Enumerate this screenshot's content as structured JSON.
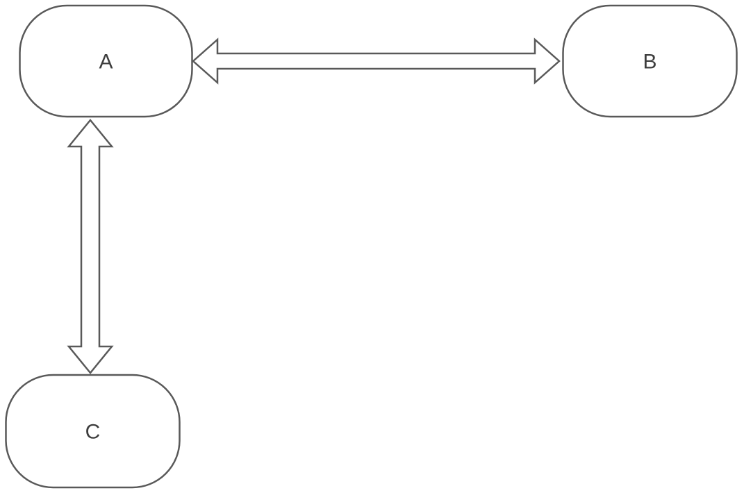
{
  "diagram": {
    "colors": {
      "background": "#ffffff",
      "node-fill": "#ffffff",
      "node-stroke": "#595959",
      "edge-fill": "#ffffff",
      "edge-stroke": "#595959",
      "label": "#3d3d3d"
    },
    "nodes": [
      {
        "id": "A",
        "label": "A",
        "shape": "stadium",
        "position": "top-left"
      },
      {
        "id": "B",
        "label": "B",
        "shape": "stadium",
        "position": "top-right"
      },
      {
        "id": "C",
        "label": "C",
        "shape": "stadium",
        "position": "bottom-left"
      }
    ],
    "edges": [
      {
        "from": "A",
        "to": "B",
        "style": "hollow-double-arrow",
        "bidirectional": true,
        "orientation": "horizontal"
      },
      {
        "from": "A",
        "to": "C",
        "style": "hollow-double-arrow",
        "bidirectional": true,
        "orientation": "vertical"
      }
    ]
  }
}
